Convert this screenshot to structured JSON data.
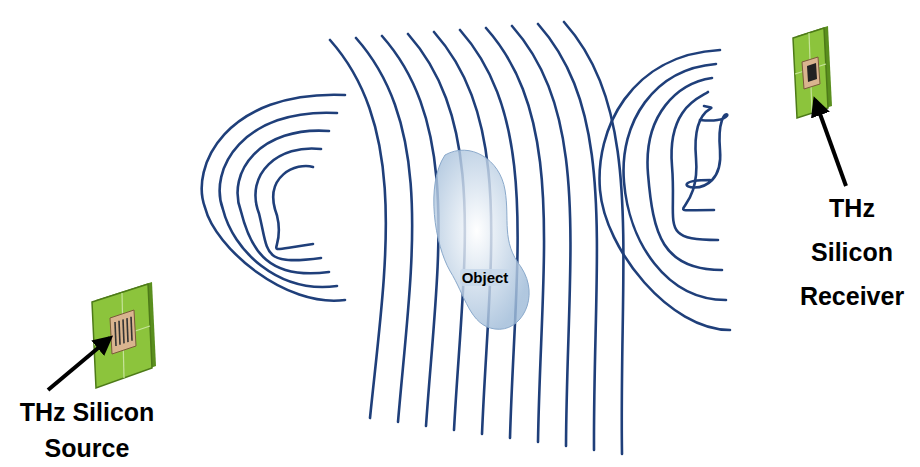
{
  "diagram": {
    "nodes": [
      {
        "text": [
          "Object"
        ]
      }
    ],
    "labels": [
      "THz Silicon Source",
      "THz Silicon Receiver"
    ]
  }
}
